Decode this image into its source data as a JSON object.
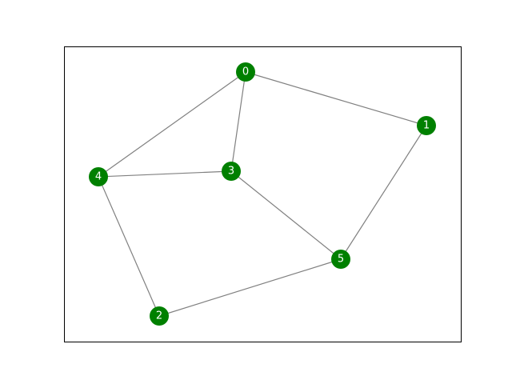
{
  "graph": {
    "node_color": "#008000",
    "edge_color": "#808080",
    "label_color": "#ffffff",
    "frame_color": "#000000",
    "nodes": [
      {
        "id": "0",
        "label": "0"
      },
      {
        "id": "1",
        "label": "1"
      },
      {
        "id": "2",
        "label": "2"
      },
      {
        "id": "3",
        "label": "3"
      },
      {
        "id": "4",
        "label": "4"
      },
      {
        "id": "5",
        "label": "5"
      }
    ],
    "edges": [
      [
        "0",
        "1"
      ],
      [
        "0",
        "3"
      ],
      [
        "0",
        "4"
      ],
      [
        "1",
        "5"
      ],
      [
        "3",
        "4"
      ],
      [
        "3",
        "5"
      ],
      [
        "4",
        "2"
      ],
      [
        "2",
        "5"
      ]
    ]
  }
}
